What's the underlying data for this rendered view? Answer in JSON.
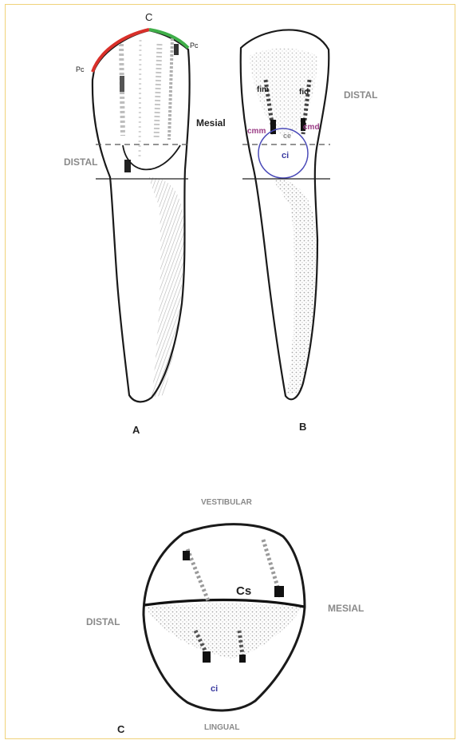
{
  "panel_a": {
    "caption": "A",
    "cusp_label": "C",
    "pc_left_label": "Pc",
    "pc_right_label": "Pc",
    "mesial_label": "Mesial",
    "distal_label": "DISTAL"
  },
  "panel_b": {
    "caption": "B",
    "fim_label": "fim",
    "fid_label": "fid",
    "distal_label": "DISTAL",
    "cmm_label": "cmm",
    "cmd_label": "cmd",
    "ce_label": "ce",
    "ci_label": "ci"
  },
  "panel_c": {
    "caption": "C",
    "vestibular_label": "VESTIBULAR",
    "mesial_label": "MESIAL",
    "distal_label": "DISTAL",
    "lingual_label": "LINGUAL",
    "cs_label": "Cs",
    "ci_label": "ci"
  },
  "colors": {
    "outline": "#1a1a1a",
    "cusp_red": "#d9302a",
    "cusp_green": "#3fae49",
    "circle_blue": "#4a4ab8",
    "label_grey": "#8a8a8a",
    "label_purple": "#9b3d86",
    "frame": "#f0d27a"
  }
}
